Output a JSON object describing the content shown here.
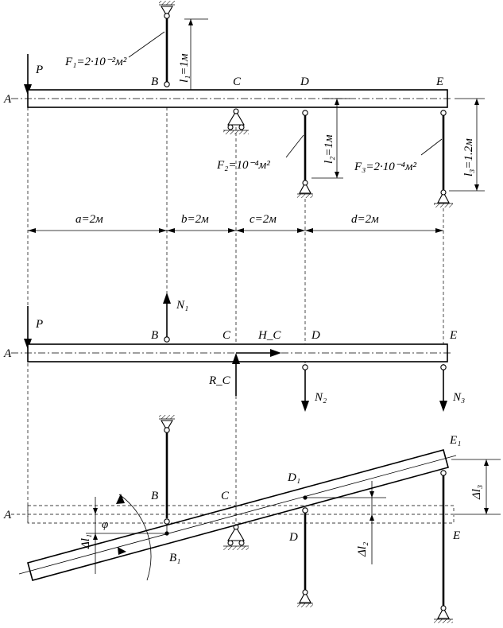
{
  "labels": {
    "P": "P",
    "A": "A",
    "B": "B",
    "C": "C",
    "D": "D",
    "E": "E",
    "B1": "B₁",
    "D1": "D₁",
    "E1": "E₁",
    "N1": "N₁",
    "N2": "N₂",
    "N3": "N₃",
    "HC": "H_C",
    "RC": "R_C",
    "phi": "φ"
  },
  "rods": {
    "F1": "F₁=2·10⁻²м²",
    "l1": "l₁=1м",
    "F2": "F₂=10⁻⁴м²",
    "l2": "l₂=1м",
    "F3": "F₃=2·10⁻⁴м²",
    "l3": "l₃=1.2м"
  },
  "dimensions": {
    "a": "a=2м",
    "b": "b=2м",
    "c": "c=2м",
    "d": "d=2м"
  },
  "deformations": {
    "dl1": "Δl₁",
    "dl2": "Δl₂",
    "dl3": "Δl₃"
  }
}
